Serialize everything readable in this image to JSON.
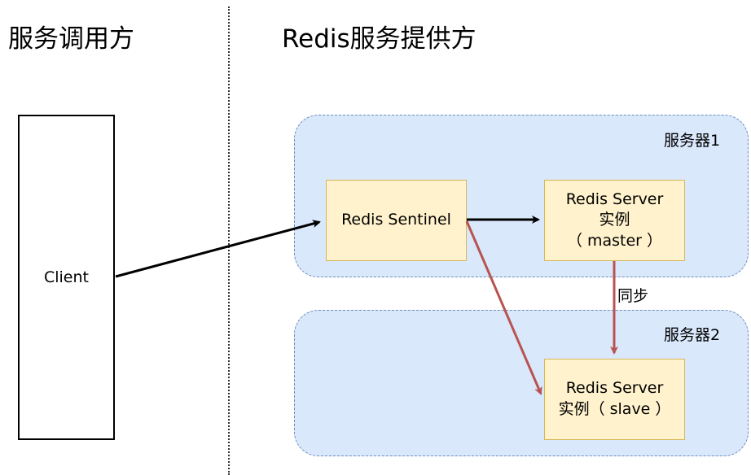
{
  "headings": {
    "caller": "服务调用方",
    "provider": "Redis服务提供方"
  },
  "client": {
    "label": "Client"
  },
  "server1": {
    "label": "服务器1",
    "sentinel": "Redis Sentinel",
    "master_line1": "Redis Server",
    "master_line2": "实例",
    "master_line3": "（ master ）"
  },
  "server2": {
    "label": "服务器2",
    "slave_line1": "Redis Server",
    "slave_line2": "实例（ slave ）"
  },
  "sync_label": "同步",
  "colors": {
    "region_fill": "#dae8fc",
    "region_border": "#6c8ebf",
    "node_fill": "#fff2cc",
    "node_border": "#d6b656",
    "black_arrow": "#000000",
    "red_arrow": "#b85450"
  }
}
